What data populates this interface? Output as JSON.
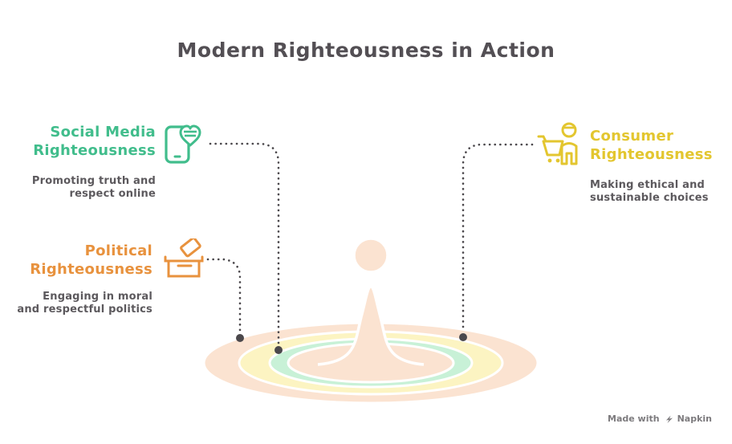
{
  "title": "Modern Righteousness in Action",
  "items": [
    {
      "id": "social-media",
      "heading_line1": "Social Media",
      "heading_line2": "Righteousness",
      "desc_line1": "Promoting truth and",
      "desc_line2": "respect online",
      "icon": "smartphone-heart-icon"
    },
    {
      "id": "political",
      "heading_line1": "Political",
      "heading_line2": "Righteousness",
      "desc_line1": "Engaging in moral",
      "desc_line2": "and respectful politics",
      "icon": "ballot-box-icon"
    },
    {
      "id": "consumer",
      "heading_line1": "Consumer",
      "heading_line2": "Righteousness",
      "desc_line1": "Making ethical and",
      "desc_line2": "sustainable choices",
      "icon": "shopping-cart-person-icon"
    }
  ],
  "illustration": "water-drop-splash-with-ripples",
  "credit": {
    "prefix": "Made with",
    "brand": "Napkin"
  },
  "colors": {
    "title": "#534F54",
    "social": "#41BD8C",
    "political": "#E8923E",
    "consumer": "#E3C62F",
    "description": "#5C595D",
    "connector": "#4B484C",
    "ripple_peach": "#FBE3D1",
    "ripple_yellow": "#FCF4C2",
    "ripple_mint": "#C8F1D7",
    "credit": "#7D7B7E"
  }
}
